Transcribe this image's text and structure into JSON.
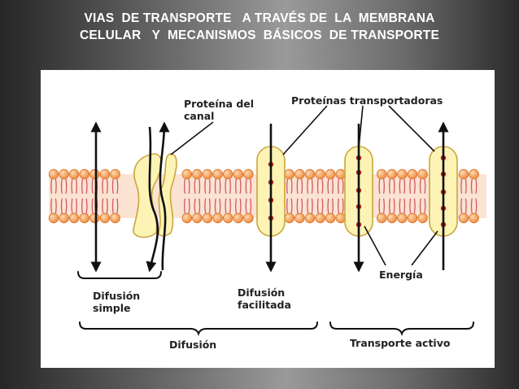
{
  "slide": {
    "title_line1": "VIAS  DE TRANSPORTE   A TRAVÉS DE  LA  MEMBRANA",
    "title_line2": "CELULAR   Y  MECANISMOS  BÁSICOS  DE TRANSPORTE"
  },
  "diagram": {
    "label_channel_protein_1": "Proteína del",
    "label_channel_protein_2": "canal",
    "label_carrier_proteins": "Proteínas  transportadoras",
    "label_energy": "Energía",
    "label_simple_diffusion_1": "Difusión",
    "label_simple_diffusion_2": "simple",
    "label_facilitated_diffusion_1": "Difusión",
    "label_facilitated_diffusion_2": "facilitada",
    "label_diffusion": "Difusión",
    "label_active_transport": "Transporte activo"
  },
  "colors": {
    "lipid_head": "#f08a3c",
    "lipid_head_highlight": "#fcd9b0",
    "lipid_tail": "#d05a64",
    "membrane_core": "#fbe3d2",
    "protein_fill": "#fdf3b4",
    "protein_stroke": "#c9a640",
    "particle": "#b81c1c",
    "arrow": "#111111"
  }
}
